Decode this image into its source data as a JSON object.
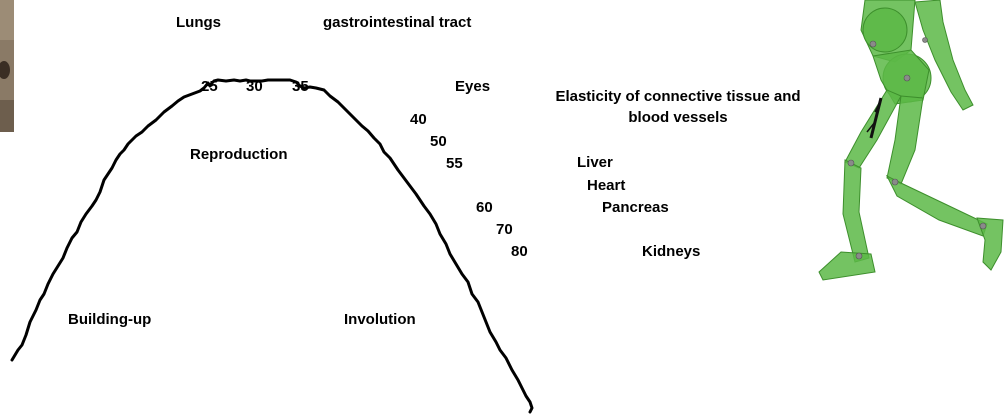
{
  "organs_top": {
    "lungs": "Lungs",
    "gi_tract": "gastrointestinal tract",
    "eyes": "Eyes",
    "elasticity_line1": "Elasticity of connective tissue and",
    "elasticity_line2": "blood vessels",
    "liver": "Liver",
    "heart": "Heart",
    "pancreas": "Pancreas",
    "kidneys": "Kidneys"
  },
  "ages": {
    "a25": "25",
    "a30": "30",
    "a35": "35",
    "a40": "40",
    "a50": "50",
    "a55": "55",
    "a60": "60",
    "a70": "70",
    "a80": "80"
  },
  "phases": {
    "reproduction": "Reproduction",
    "building_up": "Building-up",
    "involution": "Involution"
  },
  "colors": {
    "curve": "#000000",
    "figure_fill": "#4fae3a",
    "figure_dark": "#3d8f2c",
    "photo": "#7a6a58"
  },
  "icons": {
    "figure": "green-running-figure",
    "photo": "photo-fragment"
  }
}
